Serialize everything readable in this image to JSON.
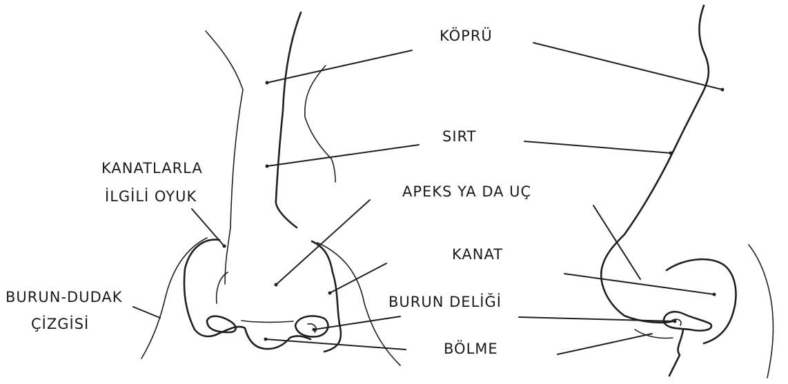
{
  "labels": {
    "bridge": "KÖPRÜ",
    "dorsum": "SIRT",
    "alar_groove_line1": "KANATLARLA",
    "alar_groove_line2": "İLGİLİ OYUK",
    "apex": "APEKS YA DA UÇ",
    "ala": "KANAT",
    "nasolabial_line1": "BURUN-DUDAK",
    "nasolabial_line2": "ÇİZGİSİ",
    "nostril": "BURUN DELİĞİ",
    "septum": "BÖLME"
  }
}
